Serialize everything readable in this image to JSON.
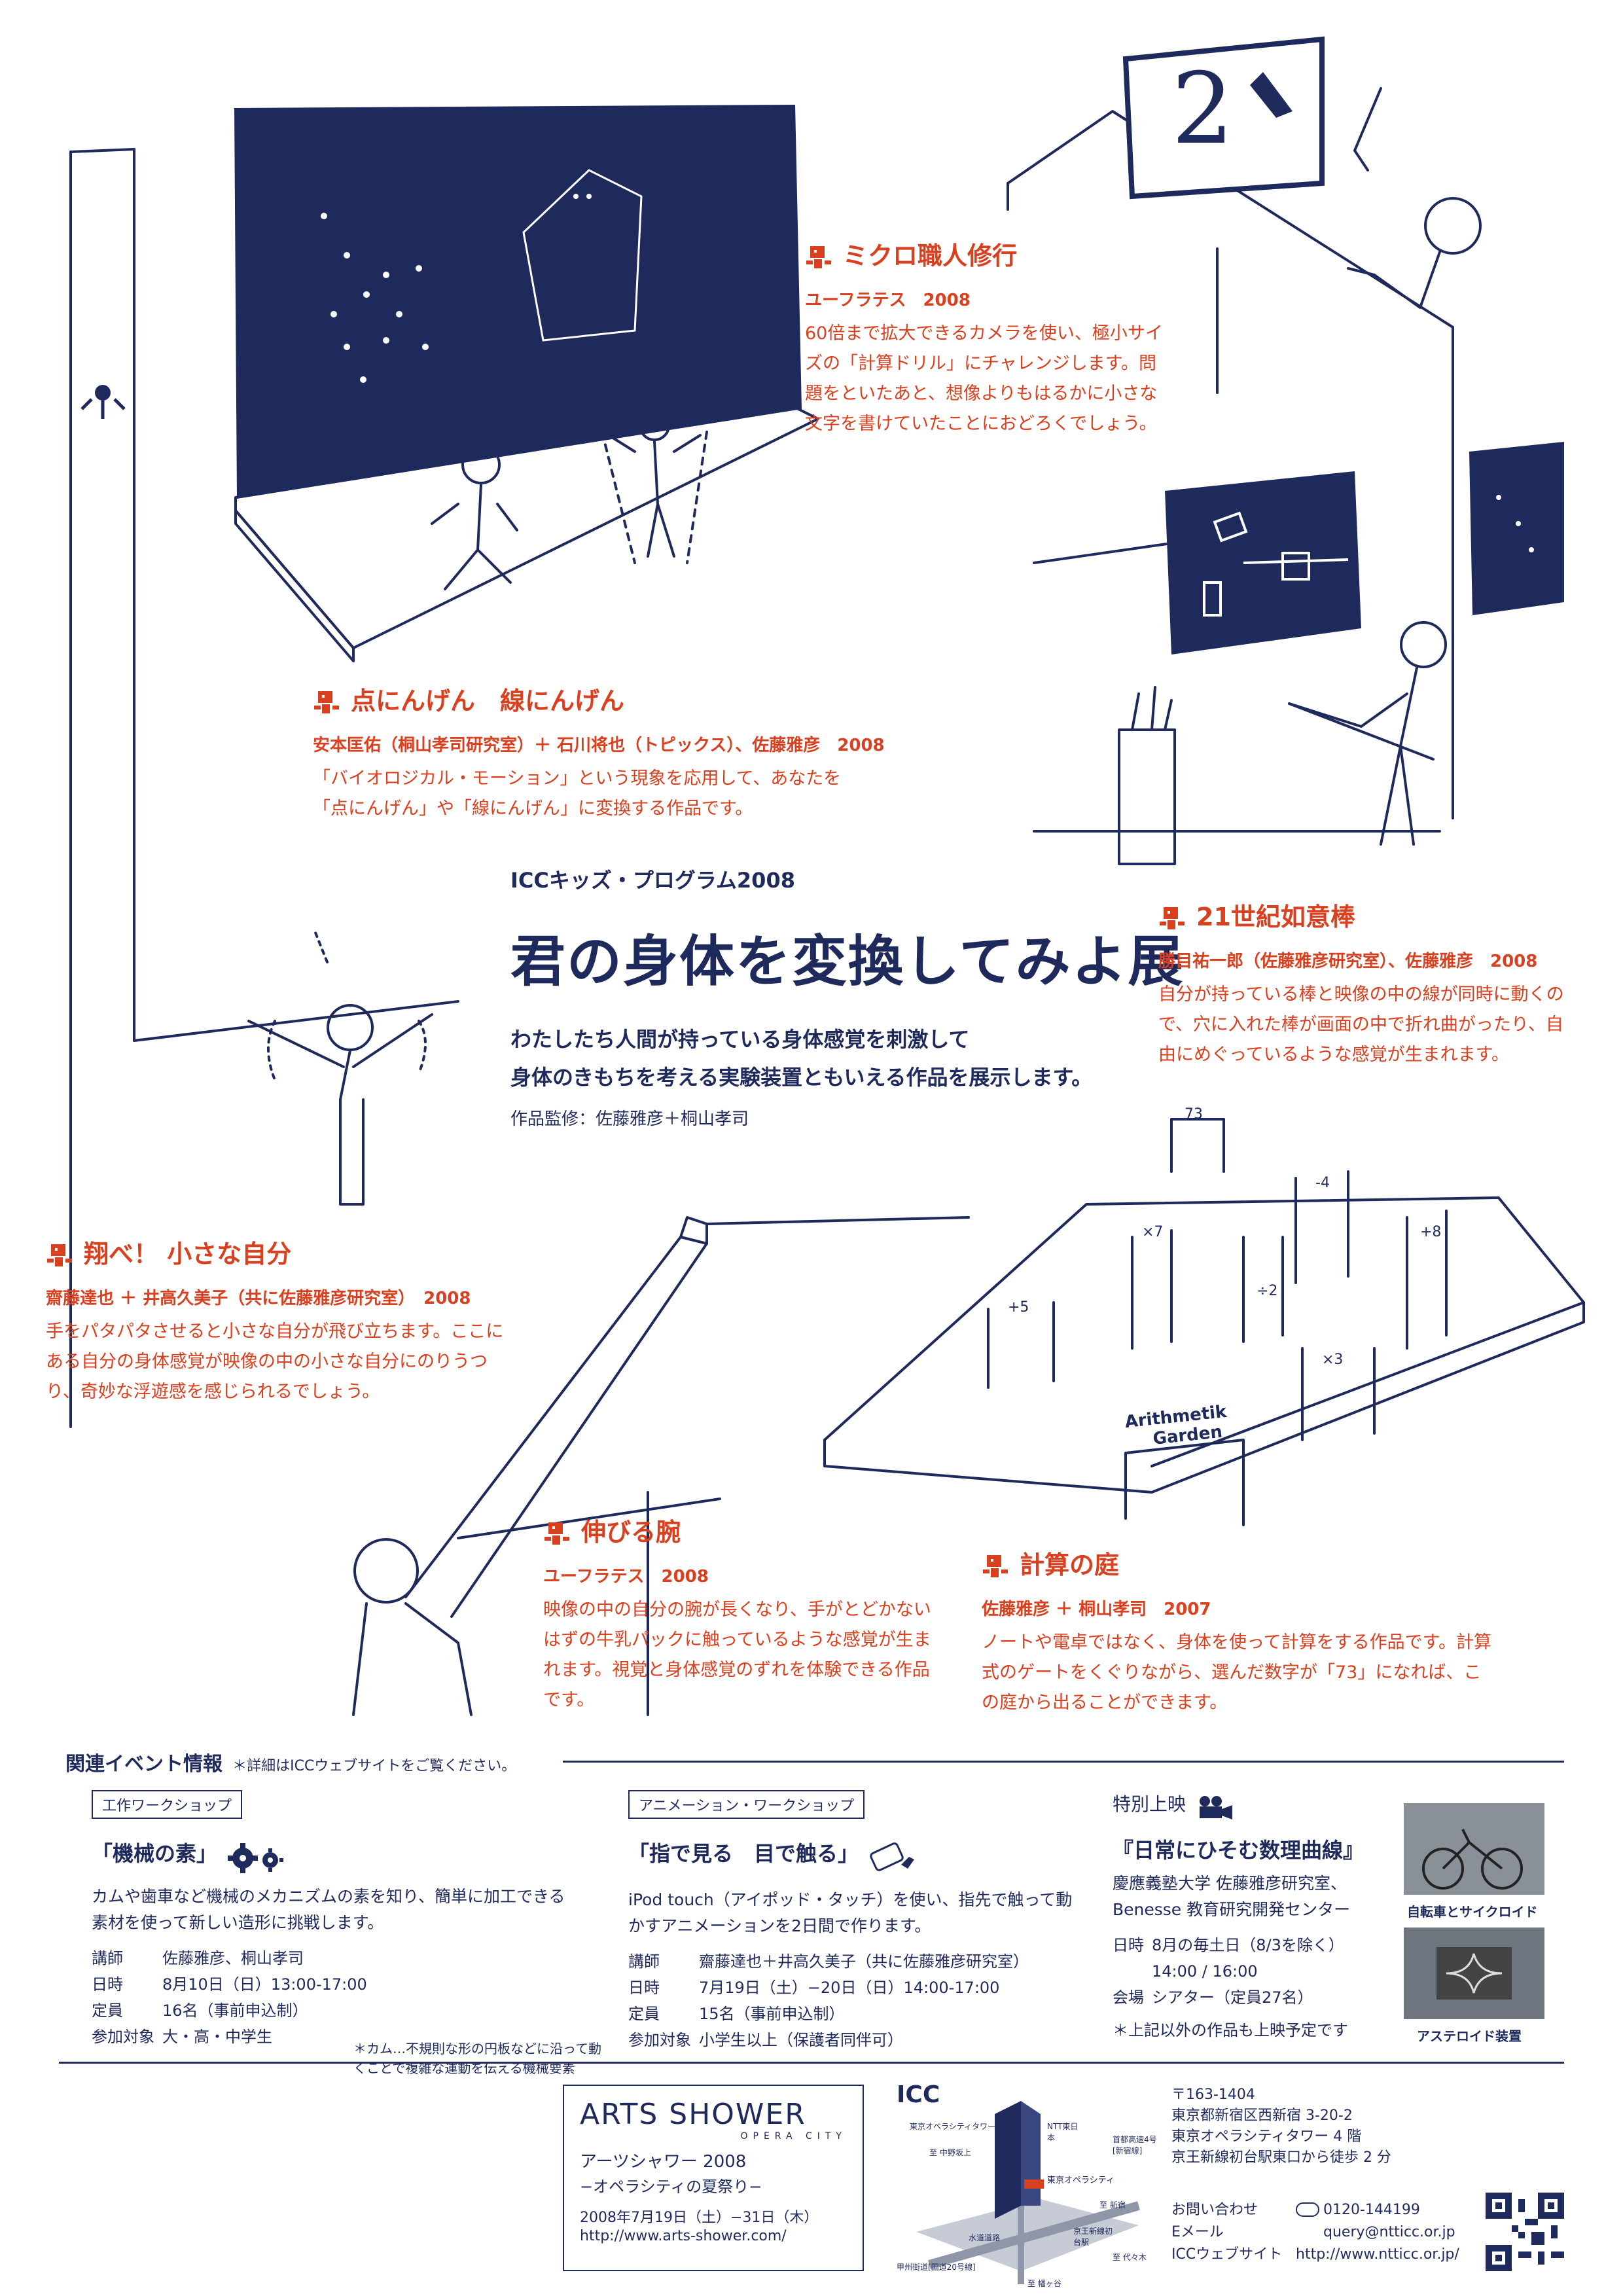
{
  "header": {
    "program": "ICCキッズ・プログラム2008",
    "title": "君の身体を変換してみよ展",
    "lead_1": "わたしたち人間が持っている身体感覚を刺激して",
    "lead_2": "身体のきもちを考える実験装置ともいえる作品を展示します。",
    "supervision": "作品監修：佐藤雅彦＋桐山孝司"
  },
  "works": [
    {
      "title": "ミクロ職人修行",
      "credit": "ユーフラテス　2008",
      "body": "60倍まで拡大できるカメラを使い、極小サイズの「計算ドリル」にチャレンジします。問題をといたあと、想像よりもはるかに小さな文字を書けていたことにおどろくでしょう。"
    },
    {
      "title": "点にんげん　線にんげん",
      "credit": "安本匡佑（桐山孝司研究室）＋ 石川将也（トピックス）、佐藤雅彦　2008",
      "body_1": "「バイオロジカル・モーション」という現象を応用して、あなたを",
      "body_2": "「点にんげん」や「線にんげん」に変換する作品です。"
    },
    {
      "title": "21世紀如意棒",
      "credit": "勝目祐一郎（佐藤雅彦研究室）、佐藤雅彦　2008",
      "body": "自分が持っている棒と映像の中の線が同時に動くので、穴に入れた棒が画面の中で折れ曲がったり、自由にめぐっているような感覚が生まれます。"
    },
    {
      "title": "翔べ！ 小さな自分",
      "credit": "齋藤達也 ＋ 井高久美子（共に佐藤雅彦研究室）　2008",
      "body": "手をパタパタさせると小さな自分が飛び立ちます。ここにある自分の身体感覚が映像の中の小さな自分にのりうつり、奇妙な浮遊感を感じられるでしょう。"
    },
    {
      "title": "伸びる腕",
      "credit": "ユーフラテス　2008",
      "body": "映像の中の自分の腕が長くなり、手がとどかないはずの牛乳パックに触っているような感覚が生まれます。視覚と身体感覚のずれを体験できる作品です。"
    },
    {
      "title": "計算の庭",
      "credit": "佐藤雅彦 ＋ 桐山孝司　2007",
      "body": "ノートや電卓ではなく、身体を使って計算をする作品です。計算式のゲートをくぐりながら、選んだ数字が「73」になれば、この庭から出ることができます。"
    }
  ],
  "illustration_labels": {
    "garden_sign_1": "Arithmetik",
    "garden_sign_2": "Garden",
    "gate_73": "73",
    "gate_m4": "-4",
    "gate_x7": "×7",
    "gate_p8": "+8",
    "gate_d2": "÷2",
    "gate_p5": "+5",
    "gate_x3": "×3",
    "screen_2": "2"
  },
  "events": {
    "heading": "関連イベント情報",
    "note": "＊詳細はICCウェブサイトをご覧ください。",
    "items": [
      {
        "tag": "工作ワークショップ",
        "title": "「機械の素」",
        "body": "カムや歯車など機械のメカニズムの素を知り、簡単に加工できる素材を使って新しい造形に挑戦します。",
        "rows": [
          {
            "k": "講師",
            "v": "佐藤雅彦、桐山孝司"
          },
          {
            "k": "日時",
            "v": "8月10日（日）13:00-17:00"
          },
          {
            "k": "定員",
            "v": "16名（事前申込制）"
          },
          {
            "k": "参加対象",
            "v": "大・高・中学生"
          }
        ],
        "footnote": "＊カム…不規則な形の円板などに沿って動くことで複雑な運動を伝える機械要素"
      },
      {
        "tag": "アニメーション・ワークショップ",
        "title": "「指で見る　目で触る」",
        "body": "iPod touch（アイポッド・タッチ）を使い、指先で触って動かすアニメーションを2日間で作ります。",
        "rows": [
          {
            "k": "講師",
            "v": "齋藤達也＋井高久美子（共に佐藤雅彦研究室）"
          },
          {
            "k": "日時",
            "v": "7月19日（土）−20日（日）14:00-17:00"
          },
          {
            "k": "定員",
            "v": "15名（事前申込制）"
          },
          {
            "k": "参加対象",
            "v": "小学生以上（保護者同伴可）"
          }
        ]
      },
      {
        "tag": "特別上映",
        "title": "『日常にひそむ数理曲線』",
        "body_1": "慶應義塾大学 佐藤雅彦研究室、",
        "body_2": "Benesse 教育研究開発センター",
        "rows": [
          {
            "k": "日時",
            "v": "8月の毎土日（8/3を除く）"
          },
          {
            "k": "",
            "v": "14:00 / 16:00"
          },
          {
            "k": "会場",
            "v": "シアター（定員27名）"
          }
        ],
        "footnote": "＊上記以外の作品も上映予定です",
        "photo_1": "自転車とサイクロイド",
        "photo_2": "アステロイド装置"
      }
    ]
  },
  "footer": {
    "arts_logo": "ARTS SHOWER",
    "arts_logo_sub": "OPERA CITY",
    "arts_name": "アーツシャワー 2008",
    "arts_tagline": "−オペラシティの夏祭り−",
    "arts_dates": "2008年7月19日（土）−31日（木）",
    "arts_url": "http://www.arts-shower.com/",
    "map_logo": "ICC",
    "map_labels": [
      "東京オペラシティタワー4F",
      "至 中野坂上",
      "NTT東日本",
      "首都高速4号[新宿線]",
      "東京オペラシティ",
      "至 新宿",
      "京王新線初台駅",
      "水道道路",
      "甲州街道[国道20号線]",
      "至 代々木",
      "至 幡ヶ谷"
    ],
    "address_zip": "〒163-1404",
    "address_1": "東京都新宿区西新宿 3-20-2",
    "address_2": "東京オペラシティタワー 4 階",
    "address_3": "京王新線初台駅東口から徒歩 2 分",
    "contact_label": "お問い合わせ",
    "contact_phone": "0120-144199",
    "email_label": "Eメール",
    "email": "query@ntticc.or.jp",
    "web_label": "ICCウェブサイト",
    "web": "http://www.ntticc.or.jp/"
  }
}
